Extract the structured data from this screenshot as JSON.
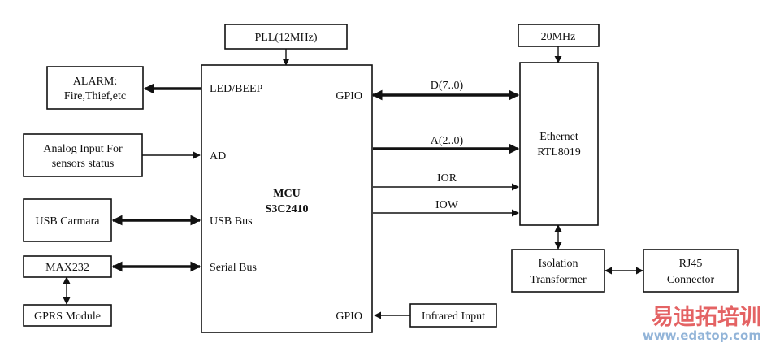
{
  "blocks": {
    "pll": "PLL(12MHz)",
    "osc": "20MHz",
    "alarm": [
      "ALARM:",
      "Fire,Thief,etc"
    ],
    "analog": [
      "Analog Input For",
      "sensors status"
    ],
    "usb_camera": "USB Carmara",
    "max232": "MAX232",
    "gprs": "GPRS Module",
    "mcu": [
      "MCU",
      "S3C2410"
    ],
    "ethernet": [
      "Ethernet",
      "RTL8019"
    ],
    "isolation": [
      "Isolation",
      "Transformer"
    ],
    "rj45": [
      "RJ45",
      "Connector"
    ],
    "infrared": "Infrared Input"
  },
  "ports": {
    "led_beep": "LED/BEEP",
    "ad": "AD",
    "usb_bus": "USB Bus",
    "serial_bus": "Serial Bus",
    "gpio_top": "GPIO",
    "gpio_bottom": "GPIO"
  },
  "signals": {
    "data_bus": "D(7..0)",
    "addr_bus": "A(2..0)",
    "ior": "IOR",
    "iow": "IOW"
  },
  "watermark": {
    "brand": "易迪拓培训",
    "url": "www.edatop.com",
    "colors": {
      "brand": "#e0484a",
      "url": "#7fa7d2"
    }
  }
}
